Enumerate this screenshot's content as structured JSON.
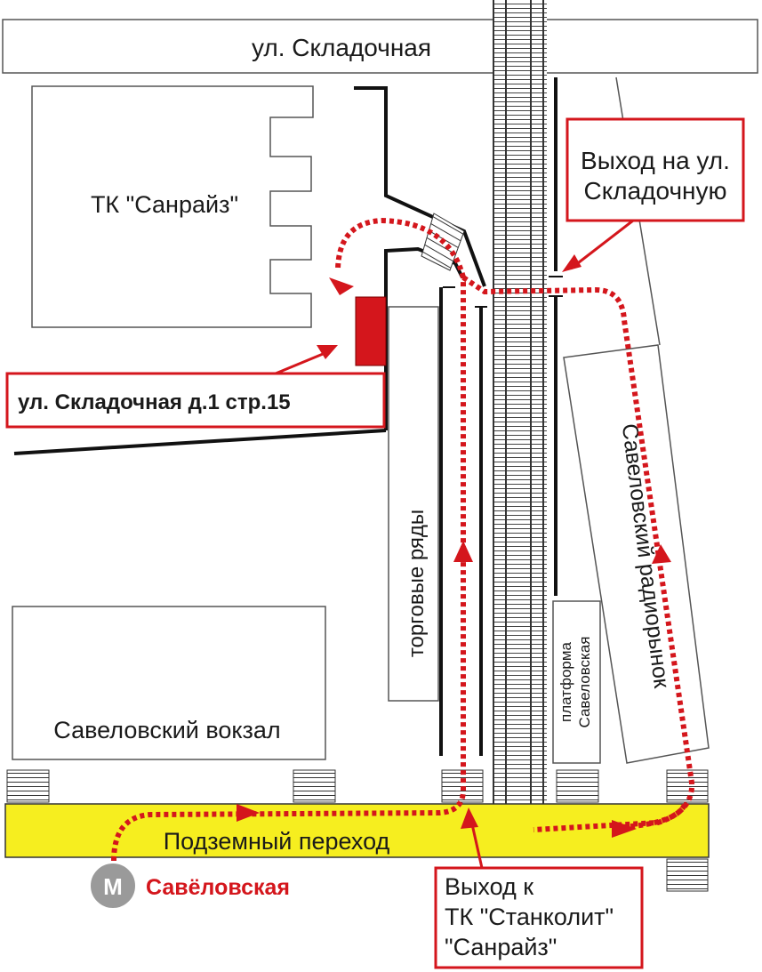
{
  "map": {
    "street_top": "ул. Складочная",
    "tc_sunrise": "ТК \"Санрайз\"",
    "exit_street": {
      "line1": "Выход на ул.",
      "line2": "Складочную"
    },
    "address": "ул. Складочная д.1 стр.15",
    "trade_rows": "торговые ряды",
    "radio_market": "Савеловский радиорынок",
    "platform": {
      "line1": "платформа",
      "line2": "Савеловская"
    },
    "station": "Савеловский вокзал",
    "underpass": "Подземный переход",
    "metro_letter": "М",
    "metro_name": "Савёловская",
    "exit_tc": {
      "line1": "Выход к",
      "line2": "ТК \"Станколит\"",
      "line3": "\"Санрайз\""
    }
  },
  "colors": {
    "route_red": "#d4161c",
    "underpass_yellow": "#f6ee1f",
    "metro_grey": "#9a9a9a"
  }
}
